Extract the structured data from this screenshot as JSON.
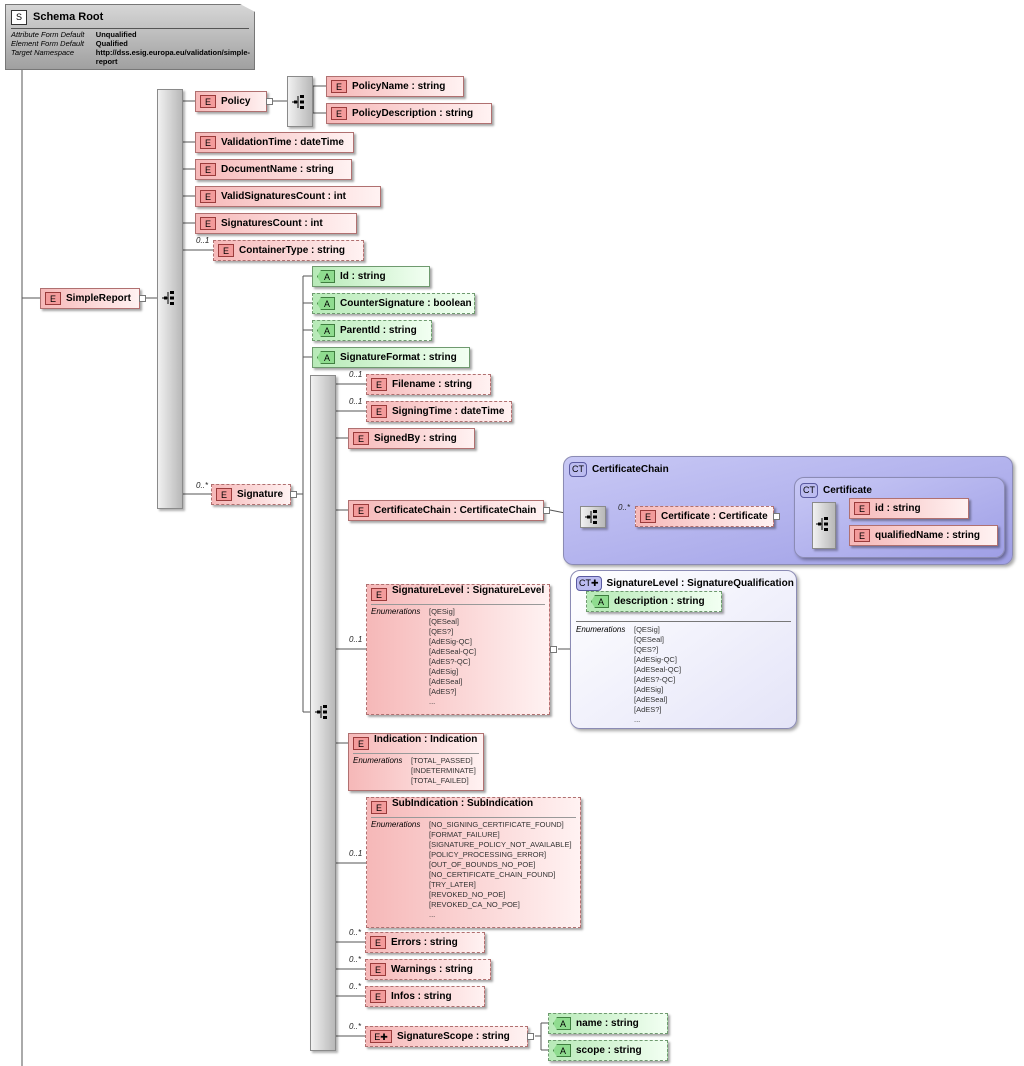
{
  "schema_root": {
    "badge": "S",
    "title": "Schema Root",
    "props": [
      {
        "key": "Attribute Form Default",
        "value": "Unqualified"
      },
      {
        "key": "Element Form Default",
        "value": "Qualified"
      },
      {
        "key": "Target Namespace",
        "value": "http://dss.esig.europa.eu/validation/simple-report"
      }
    ]
  },
  "badges": {
    "element": "E",
    "attribute": "A",
    "complex": "CT",
    "complex_ext": "CT✚",
    "element_ext": "E✚"
  },
  "elements": {
    "simple_report": "SimpleReport",
    "policy": "Policy",
    "policy_name": "PolicyName  : string",
    "policy_description": "PolicyDescription  : string",
    "validation_time": "ValidationTime  : dateTime",
    "document_name": "DocumentName  : string",
    "valid_signatures_count": "ValidSignaturesCount  : int",
    "signatures_count": "SignaturesCount  : int",
    "container_type": "ContainerType  : string",
    "signature": "Signature",
    "filename": "Filename  : string",
    "signing_time": "SigningTime  : dateTime",
    "signed_by": "SignedBy  : string",
    "certificate_chain": "CertificateChain  : CertificateChain",
    "certificate": "Certificate  : Certificate",
    "cert_id": "id          : string",
    "qualified_name": "qualifiedName  : string",
    "signature_level": "SignatureLevel  : SignatureLevel",
    "indication": "Indication  : Indication",
    "sub_indication": "SubIndication  : SubIndication",
    "errors": "Errors     : string",
    "warnings": "Warnings  : string",
    "infos": "Infos       : string",
    "signature_scope": "SignatureScope  : string"
  },
  "attributes": {
    "id": "Id            : string",
    "counter_signature": "CounterSignature  : boolean",
    "parent_id": "ParentId  : string",
    "signature_format": "SignatureFormat  : string",
    "description": "description  : string",
    "scope_name": "name     : string",
    "scope": "scope    : string"
  },
  "complex_types": {
    "certificate_chain": "CertificateChain",
    "certificate": "Certificate",
    "signature_qualification": "SignatureLevel  : SignatureQualification"
  },
  "occurrences": {
    "container_type": "0..1",
    "signature": "0..*",
    "filename": "0..1",
    "signing_time": "0..1",
    "certificate": "0..*",
    "signature_level": "0..1",
    "sub_indication": "0..1",
    "errors": "0..*",
    "warnings": "0..*",
    "infos": "0..*",
    "signature_scope": "0..*"
  },
  "enumerations_label": "Enumerations",
  "enums": {
    "signature_level": [
      "[QESig]",
      "[QESeal]",
      "[QES?]",
      "[AdESig-QC]",
      "[AdESeal-QC]",
      "[AdES?-QC]",
      "[AdESig]",
      "[AdESeal]",
      "[AdES?]",
      "..."
    ],
    "signature_qualification": [
      "[QESig]",
      "[QESeal]",
      "[QES?]",
      "[AdESig-QC]",
      "[AdESeal-QC]",
      "[AdES?-QC]",
      "[AdESig]",
      "[AdESeal]",
      "[AdES?]",
      "..."
    ],
    "indication": [
      "[TOTAL_PASSED]",
      "[INDETERMINATE]",
      "[TOTAL_FAILED]"
    ],
    "sub_indication": [
      "[NO_SIGNING_CERTIFICATE_FOUND]",
      "[FORMAT_FAILURE]",
      "[SIGNATURE_POLICY_NOT_AVAILABLE]",
      "[POLICY_PROCESSING_ERROR]",
      "[OUT_OF_BOUNDS_NO_POE]",
      "[NO_CERTIFICATE_CHAIN_FOUND]",
      "[TRY_LATER]",
      "[REVOKED_NO_POE]",
      "[REVOKED_CA_NO_POE]",
      "..."
    ]
  },
  "colors": {
    "element_fill": "#f6b8b8",
    "attribute_fill": "#b7eab7",
    "complex_type_fill": "#a8a8ea",
    "sequence_fill": "#c8c8c8"
  }
}
